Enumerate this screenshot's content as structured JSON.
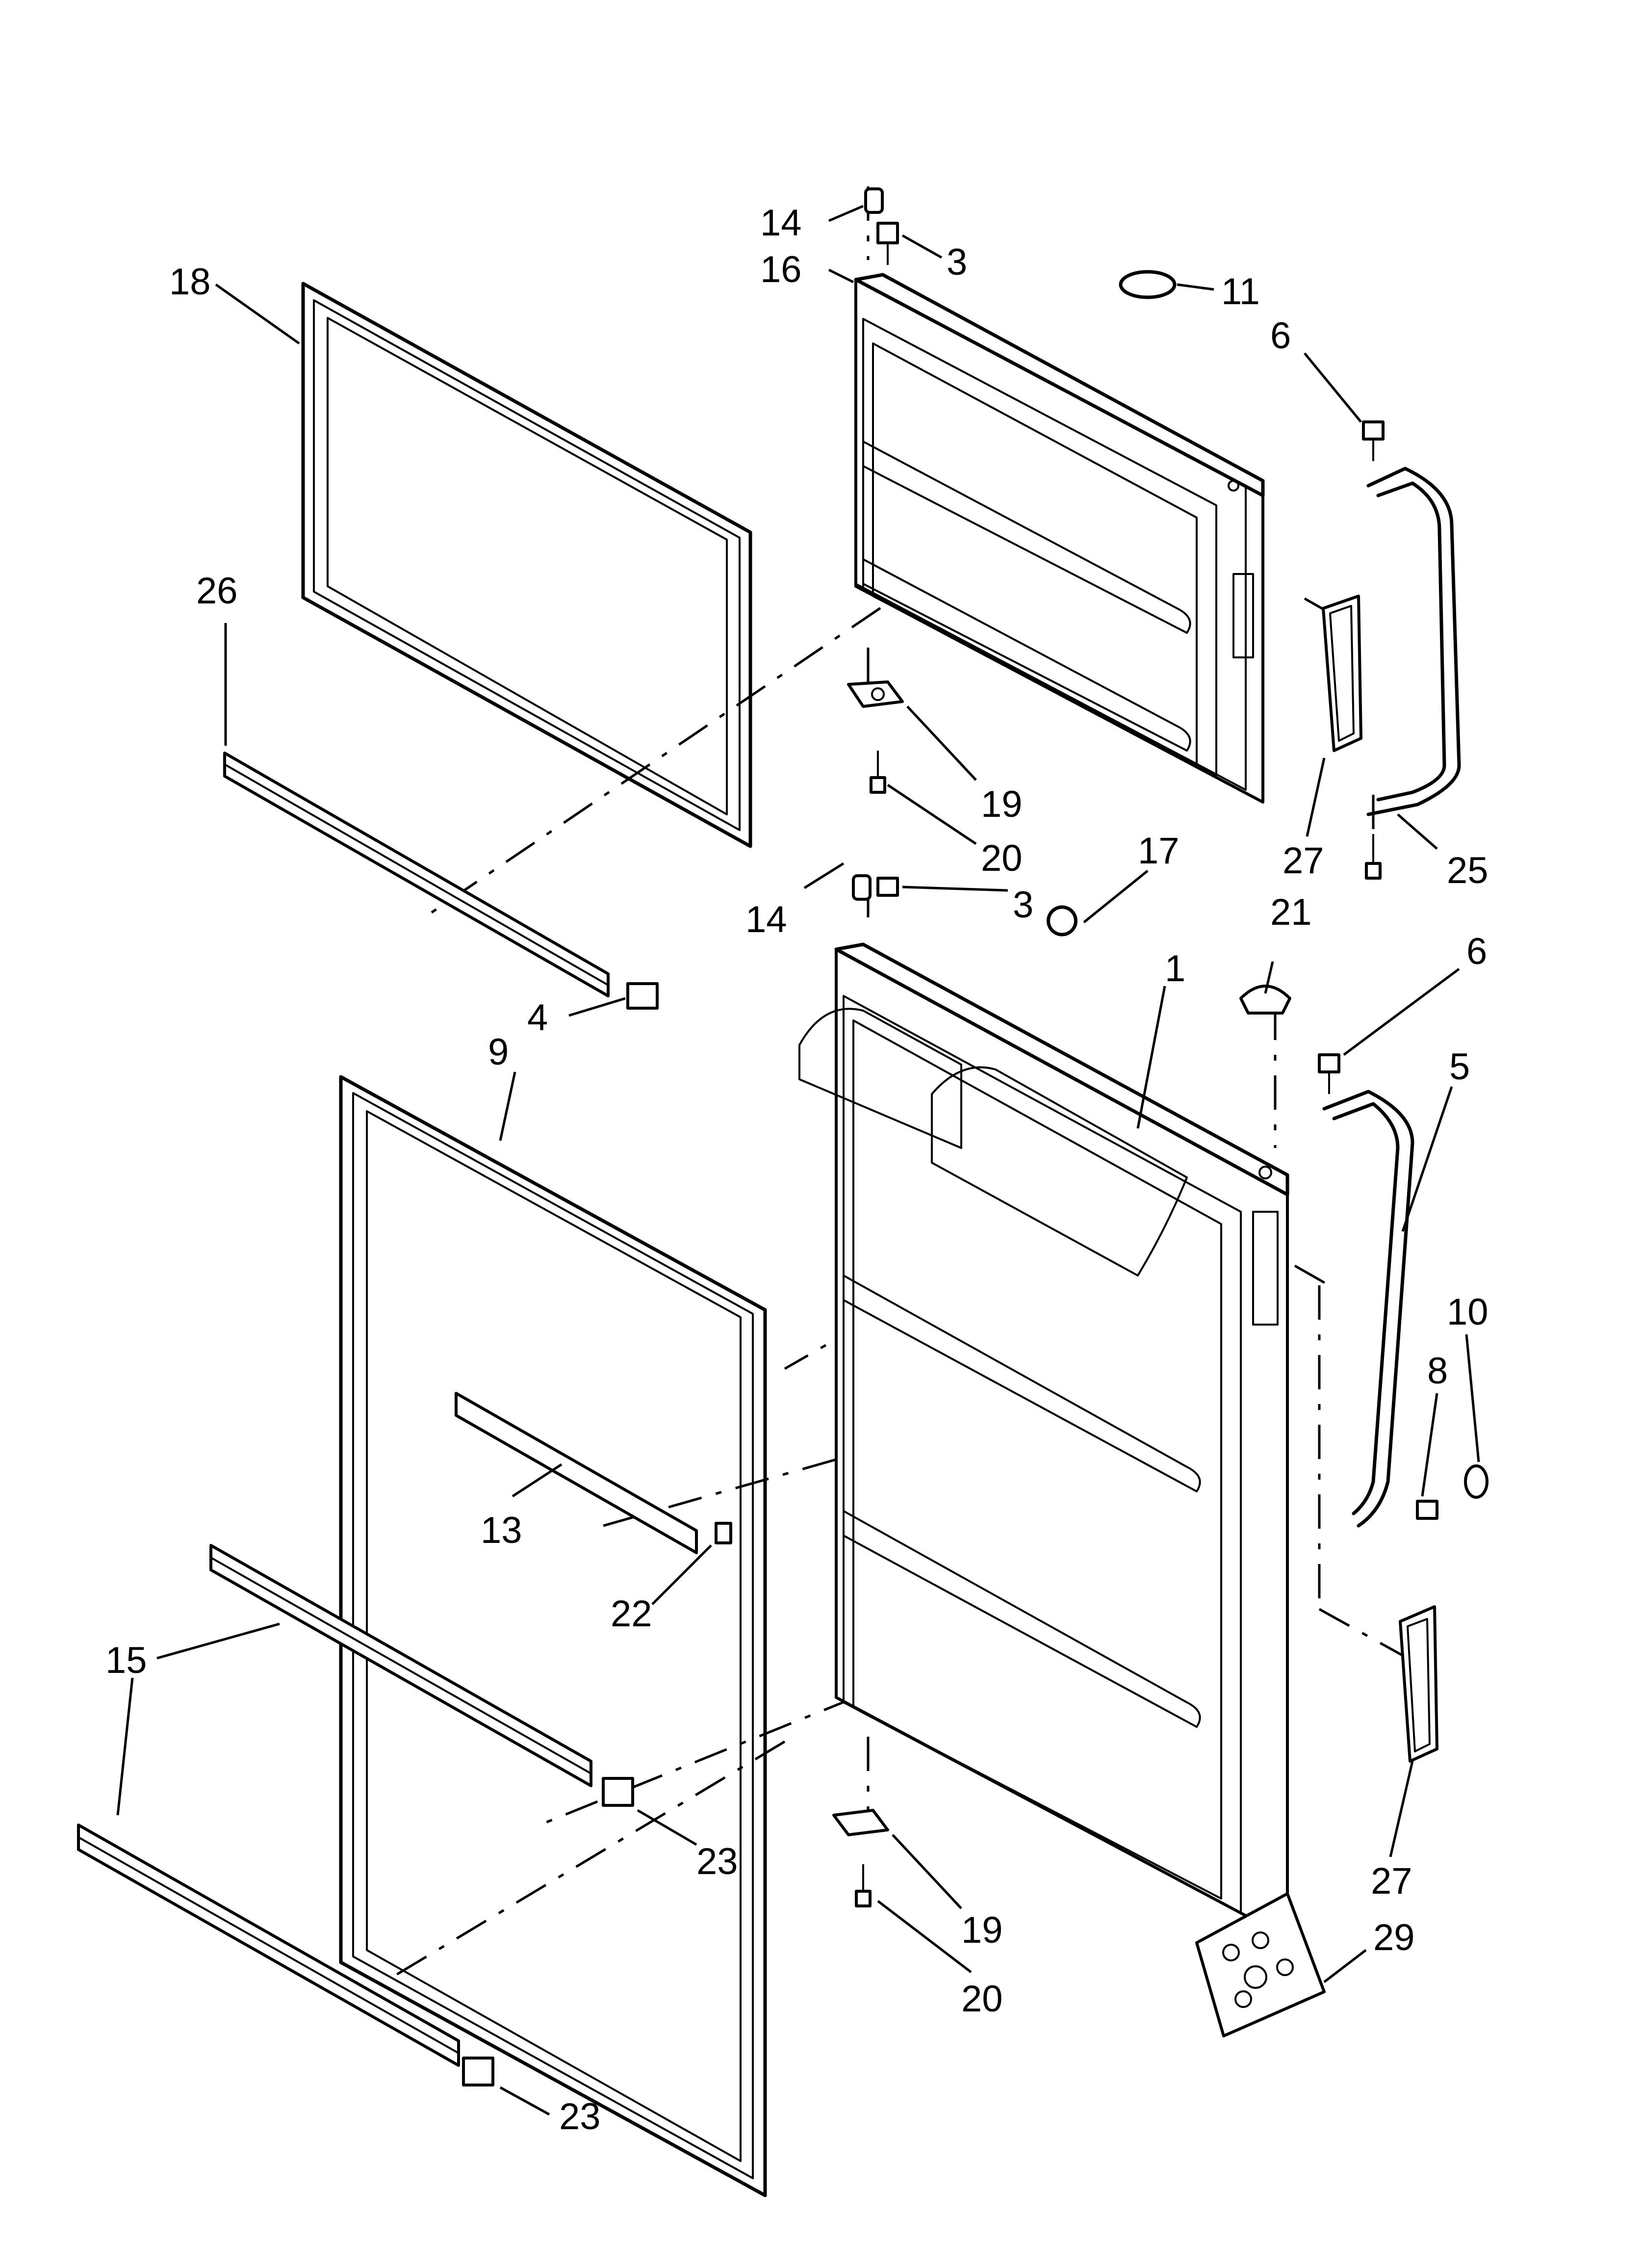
{
  "diagram": {
    "callouts": [
      {
        "id": "c14a",
        "label": "14"
      },
      {
        "id": "c3a",
        "label": "3"
      },
      {
        "id": "c16",
        "label": "16"
      },
      {
        "id": "c11",
        "label": "11"
      },
      {
        "id": "c18",
        "label": "18"
      },
      {
        "id": "c6a",
        "label": "6"
      },
      {
        "id": "c26",
        "label": "26"
      },
      {
        "id": "c19a",
        "label": "19"
      },
      {
        "id": "c20a",
        "label": "20"
      },
      {
        "id": "c27a",
        "label": "27"
      },
      {
        "id": "c25",
        "label": "25"
      },
      {
        "id": "c17",
        "label": "17"
      },
      {
        "id": "c14b",
        "label": "14"
      },
      {
        "id": "c3b",
        "label": "3"
      },
      {
        "id": "c21",
        "label": "21"
      },
      {
        "id": "c1",
        "label": "1"
      },
      {
        "id": "c6b",
        "label": "6"
      },
      {
        "id": "c4",
        "label": "4"
      },
      {
        "id": "c9",
        "label": "9"
      },
      {
        "id": "c5",
        "label": "5"
      },
      {
        "id": "c10",
        "label": "10"
      },
      {
        "id": "c8",
        "label": "8"
      },
      {
        "id": "c13",
        "label": "13"
      },
      {
        "id": "c22",
        "label": "22"
      },
      {
        "id": "c15",
        "label": "15"
      },
      {
        "id": "c23a",
        "label": "23"
      },
      {
        "id": "c27b",
        "label": "27"
      },
      {
        "id": "c19b",
        "label": "19"
      },
      {
        "id": "c29",
        "label": "29"
      },
      {
        "id": "c20b",
        "label": "20"
      },
      {
        "id": "c23b",
        "label": "23"
      }
    ]
  }
}
